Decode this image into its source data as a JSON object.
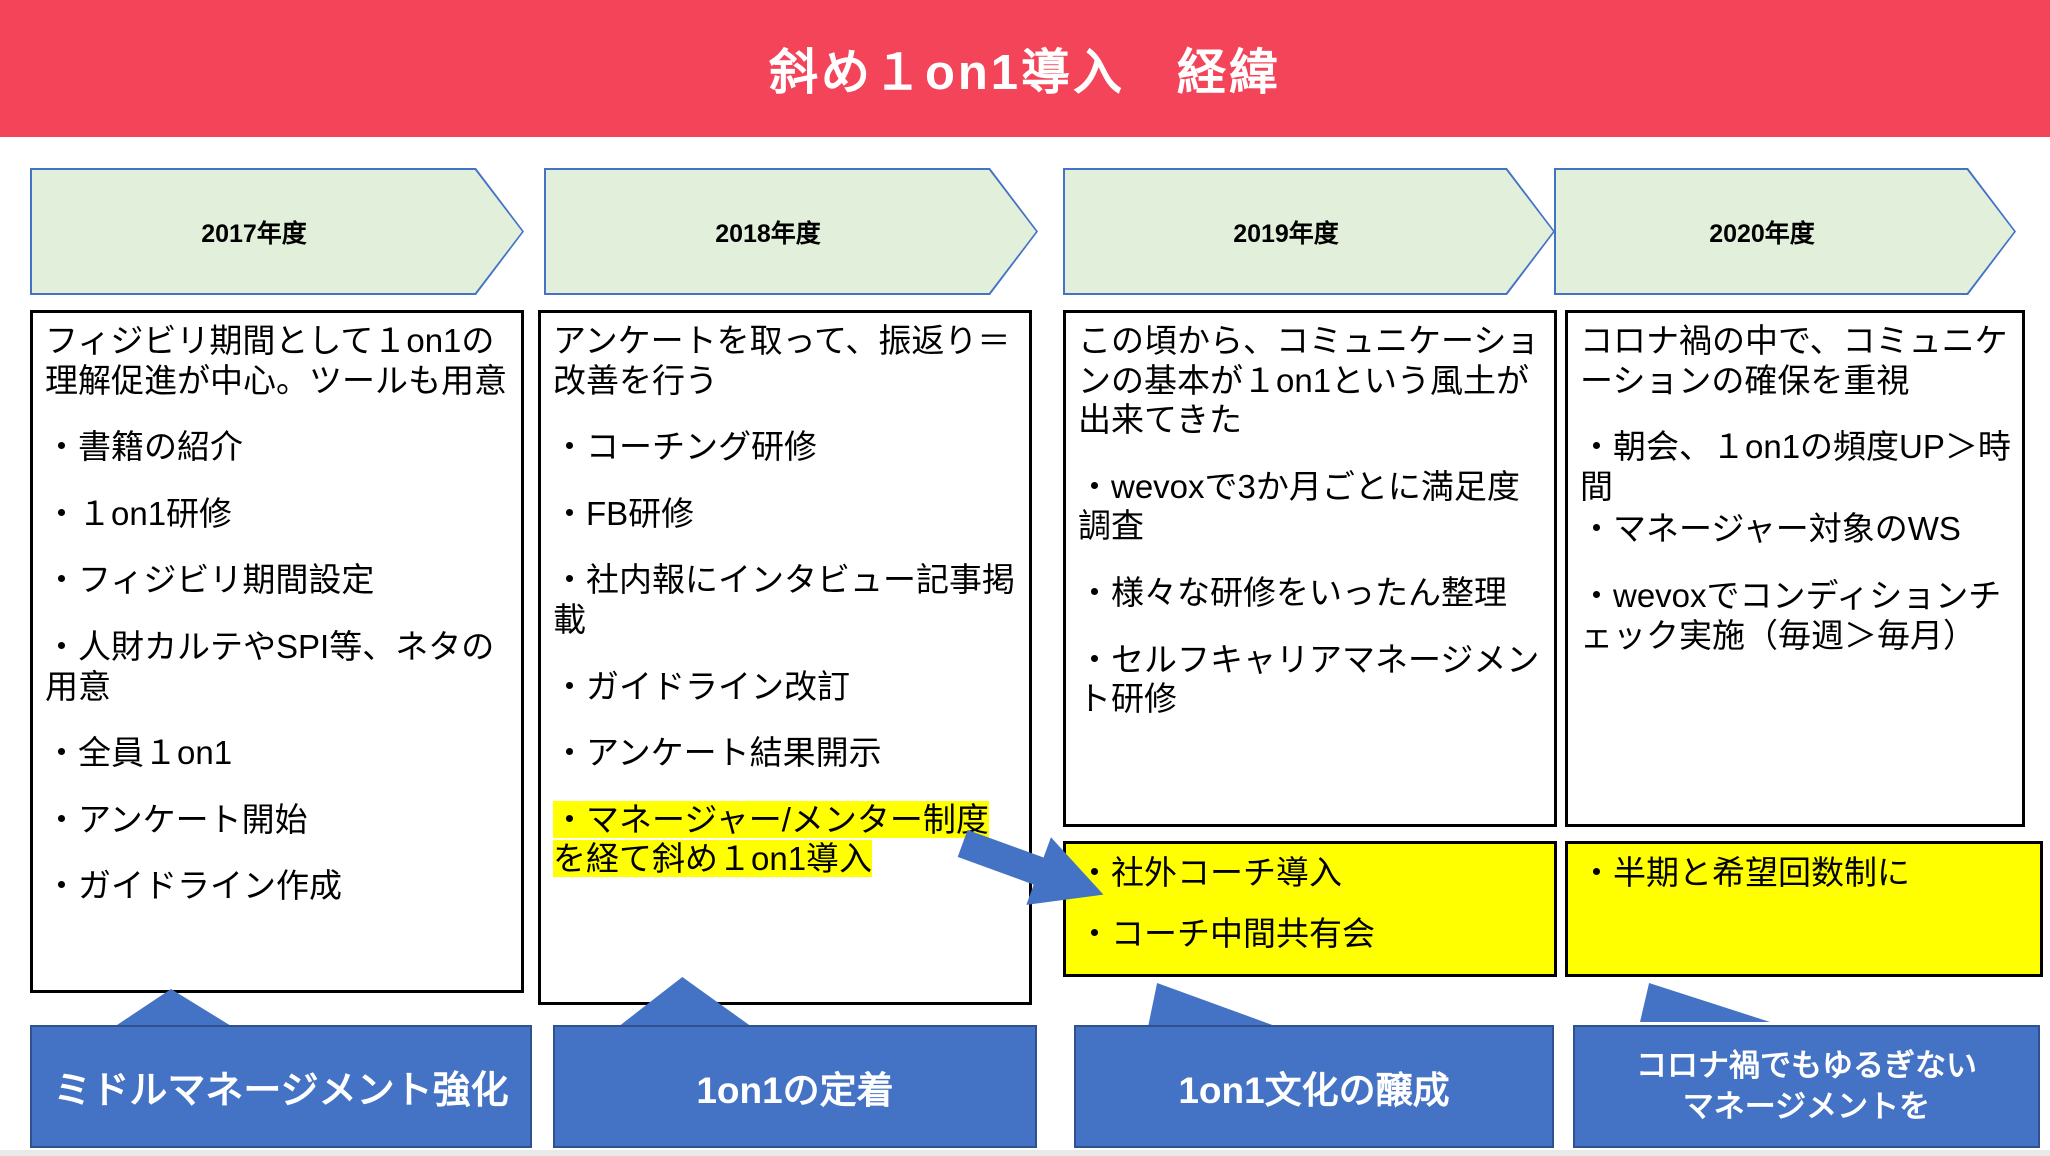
{
  "banner": {
    "title": "斜め１on1導入　経緯"
  },
  "colors": {
    "banner_red": "#F3445A",
    "header_green": "#E2EFDA",
    "header_border_blue": "#4472C4",
    "accent_blue": "#4472C4",
    "accent_blue_border": "#2F528F",
    "highlight_yellow": "#FFFF00",
    "box_border_black": "#000000"
  },
  "columns": [
    {
      "year": "2017年度",
      "paragraphs": [
        "フィジビリ期間として１on1の理解促進が中心。ツールも用意",
        "・書籍の紹介",
        "・１on1研修",
        "・フィジビリ期間設定",
        "・人財カルテやSPI等、ネタの用意",
        "・全員１on1",
        "・アンケート開始",
        "・ガイドライン作成"
      ],
      "footer": "ミドルマネージメント強化"
    },
    {
      "year": "2018年度",
      "paragraphs": [
        "アンケートを取って、振返り＝改善を行う",
        "・コーチング研修",
        "・FB研修",
        "・社内報にインタビュー記事掲載",
        "・ガイドライン改訂",
        "・アンケート結果開示"
      ],
      "highlight": "・マネージャー/メンター制度を経て斜め１on1導入",
      "footer": "1on1の定着"
    },
    {
      "year": "2019年度",
      "paragraphs": [
        "この頃から、コミュニケーションの基本が１on1という風土が出来てきた",
        "・wevoxで3か月ごとに満足度調査",
        "・様々な研修をいったん整理",
        "・セルフキャリアマネージメント研修"
      ],
      "yellow_box": [
        "・社外コーチ導入",
        "・コーチ中間共有会"
      ],
      "footer": "1on1文化の醸成"
    },
    {
      "year": "2020年度",
      "paragraphs": [
        "コロナ禍の中で、コミュニケーションの確保を重視",
        "・朝会、１on1の頻度UP＞時間",
        "・マネージャー対象のWS",
        "・wevoxでコンディションチェック実施（毎週＞毎月）"
      ],
      "yellow_box": [
        "・半期と希望回数制に"
      ],
      "footer_lines": [
        "コロナ禍でもゆるぎない",
        "マネージメントを"
      ]
    }
  ]
}
